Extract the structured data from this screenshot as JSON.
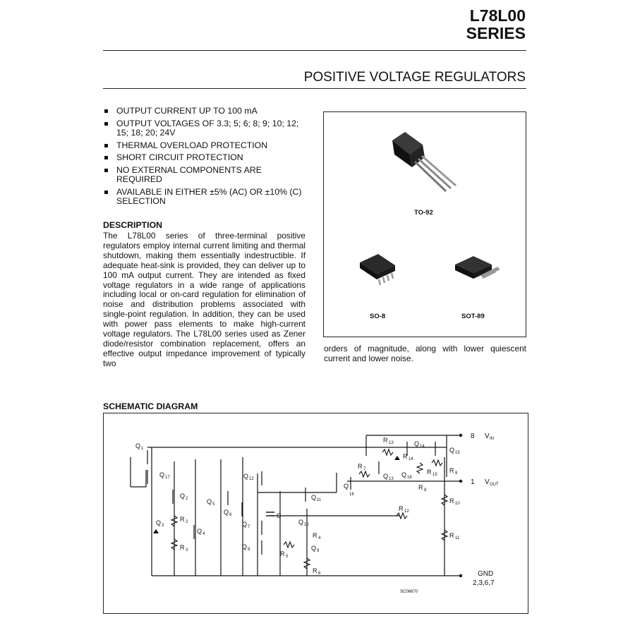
{
  "header": {
    "part": "L78L00",
    "series": "SERIES"
  },
  "subtitle": "POSITIVE VOLTAGE REGULATORS",
  "features": [
    "OUTPUT CURRENT UP TO 100 mA",
    "OUTPUT VOLTAGES OF 3.3; 5; 6; 8; 9; 10; 12; 15; 18; 20; 24V",
    "THERMAL OVERLOAD PROTECTION",
    "SHORT CIRCUIT PROTECTION",
    "NO EXTERNAL COMPONENTS ARE REQUIRED",
    "AVAILABLE IN EITHER ±5% (AC) OR ±10% (C) SELECTION"
  ],
  "description": {
    "heading": "DESCRIPTION",
    "text": "The L78L00 series of three-terminal positive regulators employ internal current limiting and thermal shutdown, making them essentially indestructible. If adequate heat-sink is provided, they can deliver up to 100 mA output current. They are intended as fixed voltage regulators in a wide range of applications including local or on-card regulation for elimination of noise and distribution problems associated with single-point regulation. In addition, they can be used with power pass elements to make high-current voltage regulators. The L78L00 series used as Zener diode/resistor combination replacement, offers an effective output impedance improvement of typically two",
    "continuation": "orders of magnitude, along with lower quiescent current and lower noise."
  },
  "packages": {
    "to92": "TO-92",
    "so8": "SO-8",
    "sot89": "SOT-89"
  },
  "schematic": {
    "heading": "SCHEMATIC DIAGRAM",
    "code": "SC06670",
    "pins": {
      "vin_num": "8",
      "vin": "V",
      "vin_sub": "IN",
      "vout_num": "1",
      "vout": "V",
      "vout_sub": "OUT",
      "gnd": "GND",
      "gnd_pins": "2,3,6,7"
    },
    "components": [
      "Q",
      "1",
      "Q",
      "17",
      "Q",
      "2",
      "Q",
      "3",
      "R",
      "2",
      "R",
      "3",
      "Q",
      "4",
      "Q",
      "5",
      "Q",
      "6",
      "Q",
      "12",
      "Q",
      "7",
      "C",
      "Q",
      "10",
      "R",
      "4",
      "Q",
      "8",
      "R",
      "5",
      "Q",
      "9",
      "R",
      "6",
      "Q",
      "11",
      "Q",
      "16",
      "R",
      "7",
      "R",
      "13",
      "Q",
      "14",
      "Q",
      "15",
      "R",
      "14",
      "Q",
      "13",
      "Q",
      "18",
      "R",
      "15",
      "R",
      "9",
      "R",
      "8",
      "R",
      "10",
      "R",
      "12",
      "R",
      "11"
    ]
  }
}
